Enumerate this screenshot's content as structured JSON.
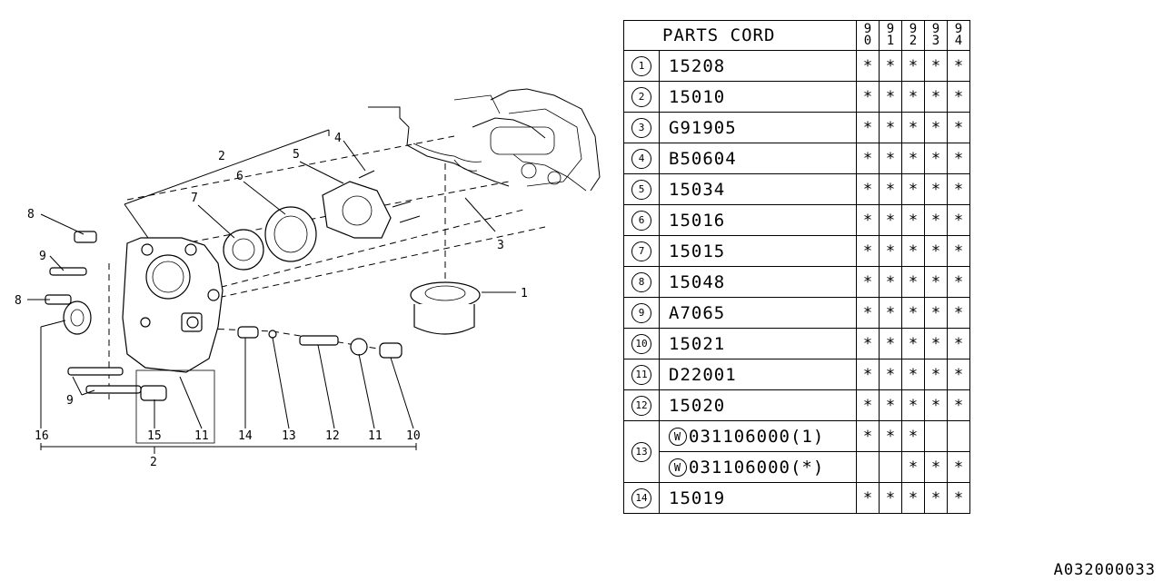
{
  "diagram": {
    "callouts": [
      "1",
      "2",
      "3",
      "4",
      "5",
      "6",
      "7",
      "8",
      "9",
      "8",
      "9",
      "16",
      "15",
      "11",
      "14",
      "13",
      "12",
      "11",
      "10",
      "2"
    ]
  },
  "table": {
    "header": {
      "title": "PARTS CORD",
      "years": [
        "90",
        "91",
        "92",
        "93",
        "94"
      ]
    },
    "rows": [
      {
        "no": "1",
        "code": "15208",
        "marks": [
          "*",
          "*",
          "*",
          "*",
          "*"
        ]
      },
      {
        "no": "2",
        "code": "15010",
        "marks": [
          "*",
          "*",
          "*",
          "*",
          "*"
        ]
      },
      {
        "no": "3",
        "code": "G91905",
        "marks": [
          "*",
          "*",
          "*",
          "*",
          "*"
        ]
      },
      {
        "no": "4",
        "code": "B50604",
        "marks": [
          "*",
          "*",
          "*",
          "*",
          "*"
        ]
      },
      {
        "no": "5",
        "code": "15034",
        "marks": [
          "*",
          "*",
          "*",
          "*",
          "*"
        ]
      },
      {
        "no": "6",
        "code": "15016",
        "marks": [
          "*",
          "*",
          "*",
          "*",
          "*"
        ]
      },
      {
        "no": "7",
        "code": "15015",
        "marks": [
          "*",
          "*",
          "*",
          "*",
          "*"
        ]
      },
      {
        "no": "8",
        "code": "15048",
        "marks": [
          "*",
          "*",
          "*",
          "*",
          "*"
        ]
      },
      {
        "no": "9",
        "code": "A7065",
        "marks": [
          "*",
          "*",
          "*",
          "*",
          "*"
        ]
      },
      {
        "no": "10",
        "code": "15021",
        "marks": [
          "*",
          "*",
          "*",
          "*",
          "*"
        ]
      },
      {
        "no": "11",
        "code": "D22001",
        "marks": [
          "*",
          "*",
          "*",
          "*",
          "*"
        ]
      },
      {
        "no": "12",
        "code": "15020",
        "marks": [
          "*",
          "*",
          "*",
          "*",
          "*"
        ]
      },
      {
        "no": "13",
        "sub": [
          {
            "prefix": "W",
            "code": "031106000(1)",
            "marks": [
              "*",
              "*",
              "*",
              "",
              ""
            ]
          },
          {
            "prefix": "W",
            "code": "031106000(*)",
            "marks": [
              "",
              "",
              "*",
              "*",
              "*"
            ]
          }
        ]
      },
      {
        "no": "14",
        "code": "15019",
        "marks": [
          "*",
          "*",
          "*",
          "*",
          "*"
        ]
      }
    ]
  },
  "catalog_number": "A032000033"
}
